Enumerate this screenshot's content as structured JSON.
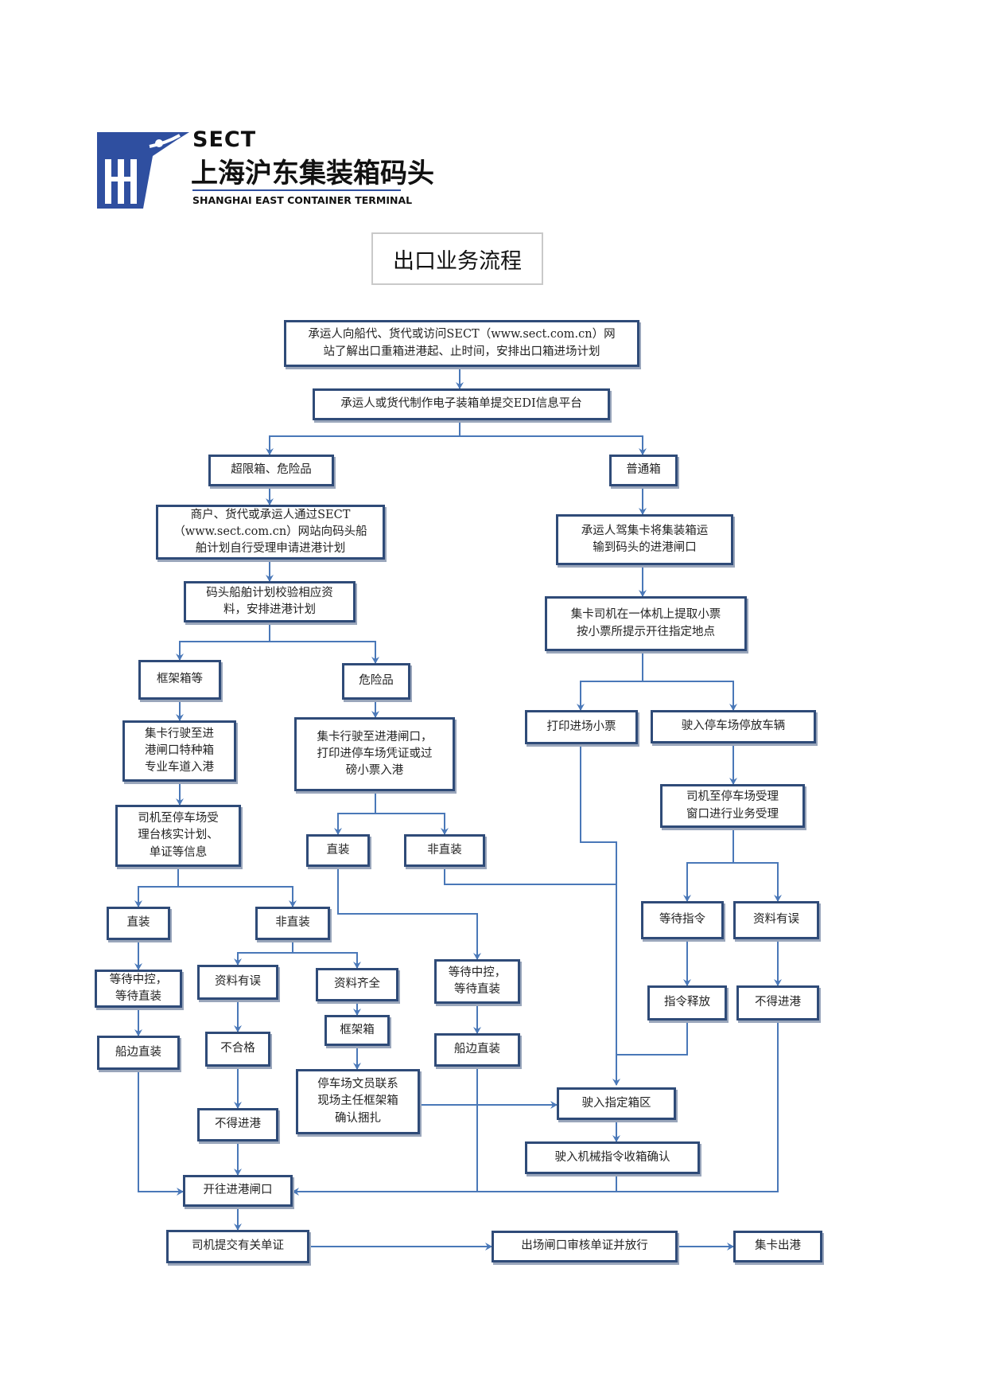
{
  "logo": {
    "code": "SECT",
    "name_cn": "上海沪东集装箱码头",
    "name_en": "SHANGHAI EAST CONTAINER TERMINAL"
  },
  "title": "出口业务流程",
  "nodes": {
    "n1": "承运人向船代、货代或访问SECT（www.sect.com.cn）网\n站了解出口重箱进港起、止时间，安排出口箱进场计划",
    "n2": "承运人或货代制作电子装箱单提交EDI信息平台",
    "n3": "超限箱、危险品",
    "n4": "普通箱",
    "n5": "商户、货代或承运人通过SECT\n（www.sect.com.cn）网站向码头船\n舶计划自行受理申请进港计划",
    "n6": "承运人驾集卡将集装箱运\n输到码头的进港闸口",
    "n7": "码头船舶计划校验相应资\n料，安排进港计划",
    "n8": "集卡司机在一体机上提取小票\n按小票所提示开往指定地点",
    "n9": "框架箱等",
    "n10": "危险品",
    "n11": "打印进场小票",
    "n12": "驶入停车场停放车辆",
    "n13": "集卡行驶至进\n港闸口特种箱\n专业车道入港",
    "n14": "集卡行驶至进港闸口，\n打印进停车场凭证或过\n磅小票入港",
    "n15": "司机至停车场受理\n窗口进行业务受理",
    "n16": "司机至停车场受\n理台核实计划、\n单证等信息",
    "n17": "直装",
    "n18": "非直装",
    "n19": "直装",
    "n20": "非直装",
    "n21": "等待指令",
    "n22": "资料有误",
    "n23": "等待中控，\n等待直装",
    "n24": "资料有误",
    "n25": "资料齐全",
    "n26": "等待中控，\n等待直装",
    "n27": "指令释放",
    "n28": "不得进港",
    "n29": "框架箱",
    "n30": "船边直装",
    "n31": "不合格",
    "n32": "船边直装",
    "n33": "停车场文员联系\n现场主任框架箱\n确认捆扎",
    "n34": "驶入指定箱区",
    "n35": "不得进港",
    "n36": "驶入机械指令收箱确认",
    "n37": "开往进港闸口",
    "n38": "司机提交有关单证",
    "n39": "出场闸口审核单证并放行",
    "n40": "集卡出港"
  },
  "colors": {
    "box_border": "#2f4b78",
    "connector": "#4a78b8",
    "logo_blue": "#2f4fa0"
  }
}
